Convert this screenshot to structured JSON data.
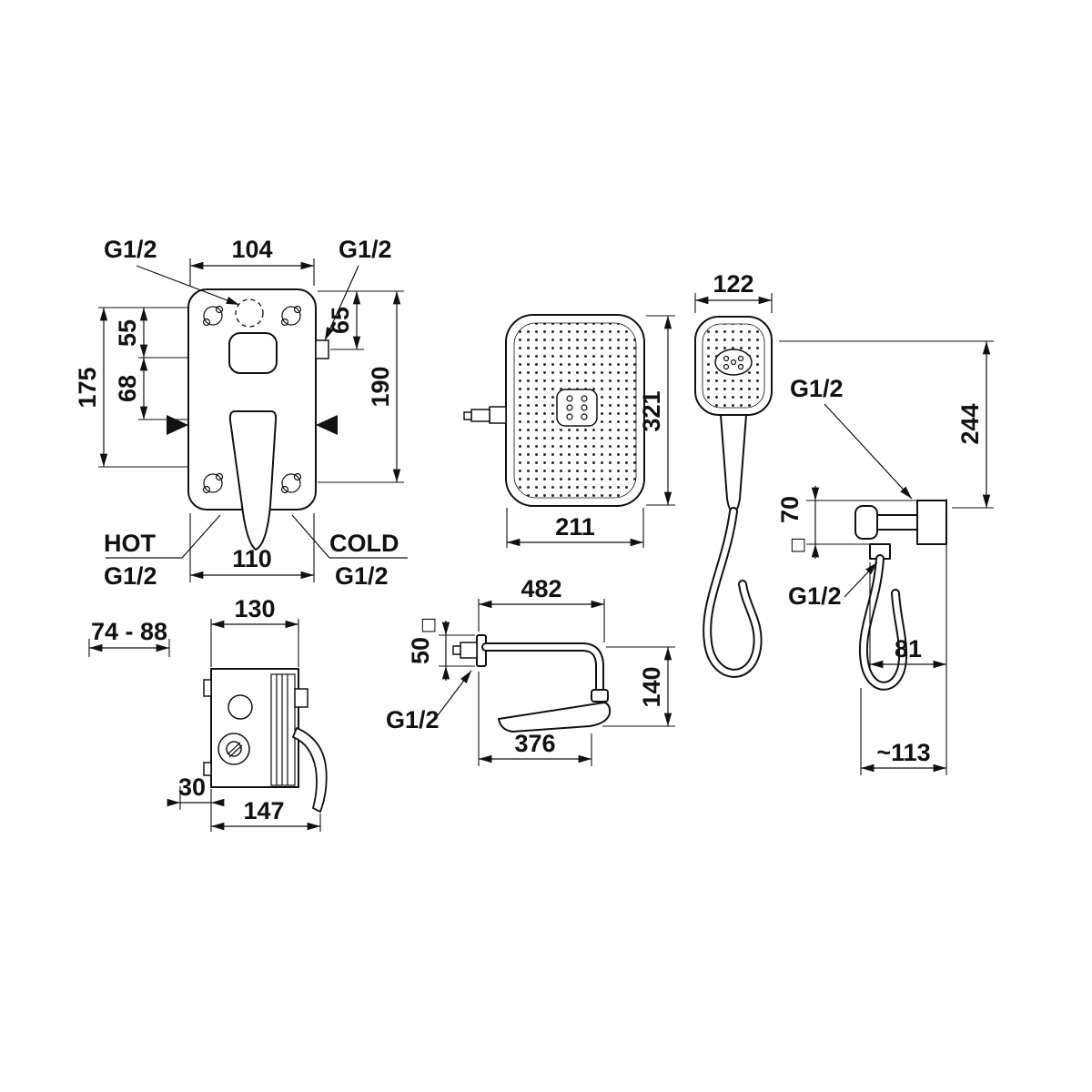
{
  "drawing": {
    "background": "#ffffff",
    "ink": "#111111"
  },
  "views": {
    "mixer_front": {
      "thread_top_left": "G1/2",
      "width_top": "104",
      "thread_top_right": "G1/2",
      "offset_55": "55",
      "offset_65": "65",
      "offset_68": "68",
      "height_175": "175",
      "height_190": "190",
      "width_bottom": "110",
      "hot_label": "HOT",
      "hot_thread": "G1/2",
      "cold_label": "COLD",
      "cold_thread": "G1/2"
    },
    "head_front": {
      "height_321": "321",
      "width_211": "211"
    },
    "hand_shower": {
      "width_122": "122",
      "holder_thread": "G1/2",
      "height_244": "244",
      "size_70": "70",
      "square_symbol": "□",
      "outlet_thread": "G1/2",
      "reach_81": "81",
      "reach_113": "~113"
    },
    "valve_side": {
      "width_130": "130",
      "depth_range": "74 - 88",
      "offset_30": "30",
      "depth_147": "147"
    },
    "arm_side": {
      "length_482": "482",
      "size_50": "50",
      "square_symbol": "□",
      "thread": "G1/2",
      "length_376": "376",
      "height_140": "140"
    }
  }
}
